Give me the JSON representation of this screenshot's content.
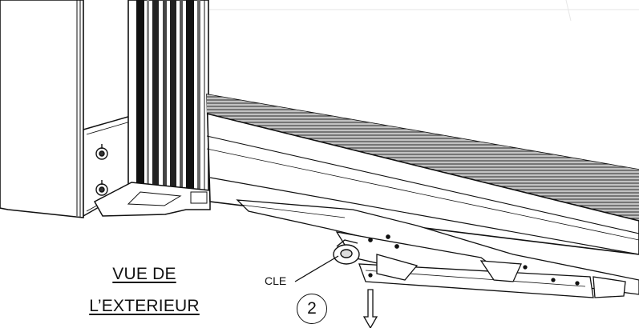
{
  "labels": {
    "view_line1": "VUE DE",
    "view_line2": "L’EXTERIEUR",
    "key": "CLE",
    "step_number": "2"
  }
}
